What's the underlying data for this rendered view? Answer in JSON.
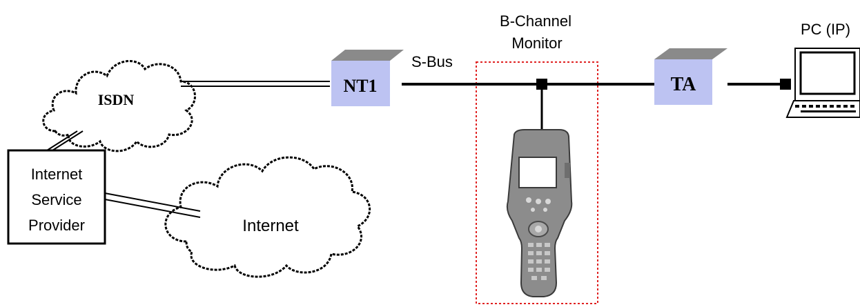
{
  "diagram": {
    "isdn_cloud_label": "ISDN",
    "internet_cloud_label": "Internet",
    "isp_lines": [
      "Internet",
      "Service",
      "Provider"
    ],
    "nt1_label": "NT1",
    "sbus_label": "S-Bus",
    "monitor_title_line1": "B-Channel",
    "monitor_title_line2": "Monitor",
    "ta_label": "TA",
    "pc_label": "PC (IP)"
  },
  "colors": {
    "box_fill": "#bdc3f2",
    "box_top": "#8a8a8a",
    "monitor_border": "#e02020",
    "device_body": "#8c8c8c",
    "line": "#000000"
  },
  "icons": [
    "isdn-cloud-icon",
    "internet-cloud-icon",
    "handheld-tester-icon",
    "pc-icon"
  ]
}
